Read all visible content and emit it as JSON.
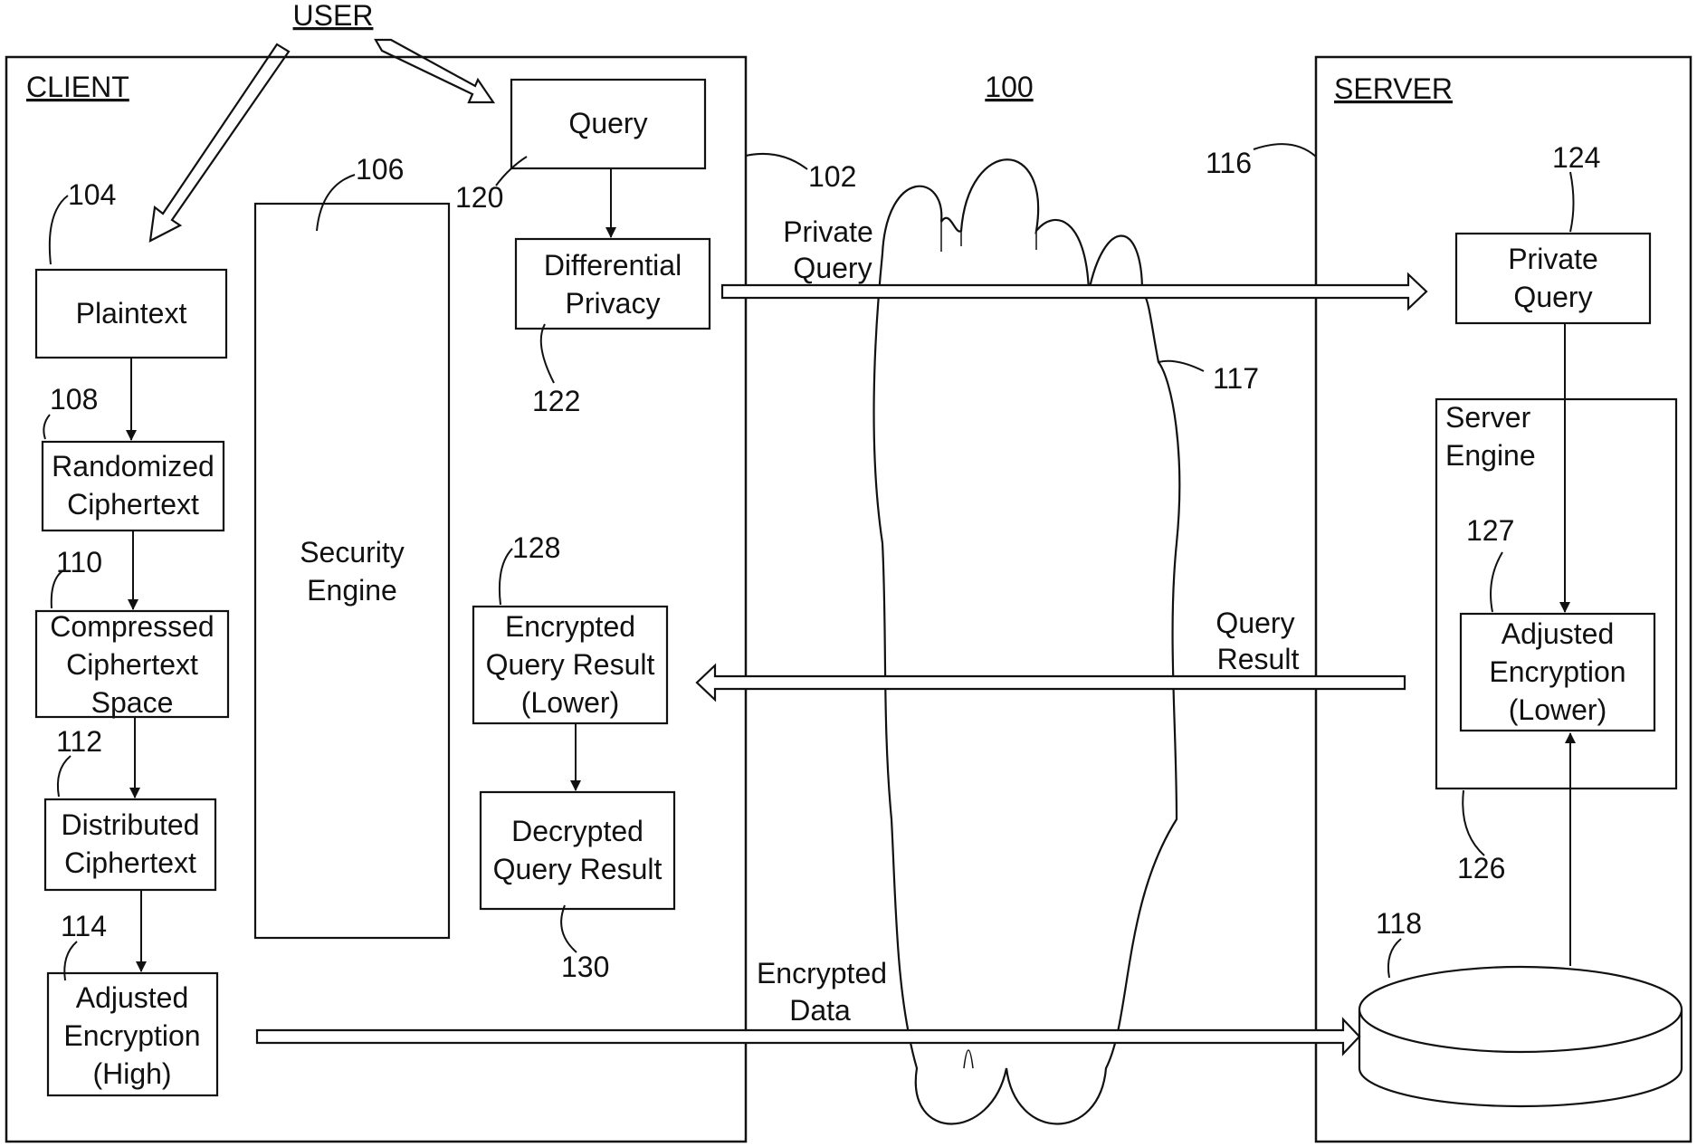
{
  "figure_number": "100",
  "actor": "USER",
  "client": {
    "label": "CLIENT",
    "ref": "102",
    "plaintext": {
      "ref": "104",
      "lines": [
        "Plaintext"
      ]
    },
    "randomized_ciphertext": {
      "ref": "108",
      "lines": [
        "Randomized",
        "Ciphertext"
      ]
    },
    "compressed_ciphertext_space": {
      "ref": "110",
      "lines": [
        "Compressed",
        "Ciphertext",
        "Space"
      ]
    },
    "distributed_ciphertext": {
      "ref": "112",
      "lines": [
        "Distributed",
        "Ciphertext"
      ]
    },
    "adjusted_encryption_high": {
      "ref": "114",
      "lines": [
        "Adjusted",
        "Encryption",
        "(High)"
      ]
    },
    "security_engine": {
      "ref": "106",
      "lines": [
        "Security",
        "Engine"
      ]
    },
    "query": {
      "ref": "120",
      "lines": [
        "Query"
      ]
    },
    "differential_privacy": {
      "ref": "122",
      "lines": [
        "Differential",
        "Privacy"
      ]
    },
    "encrypted_query_result": {
      "ref": "128",
      "lines": [
        "Encrypted",
        "Query Result",
        "(Lower)"
      ]
    },
    "decrypted_query_result": {
      "ref": "130",
      "lines": [
        "Decrypted",
        "Query Result"
      ]
    }
  },
  "network": {
    "ref": "117"
  },
  "server": {
    "label": "SERVER",
    "ref": "116",
    "private_query": {
      "ref": "124",
      "lines": [
        "Private",
        "Query"
      ]
    },
    "server_engine": {
      "ref": "126",
      "lines": [
        "Server",
        "Engine"
      ]
    },
    "adjusted_encryption_lower": {
      "ref": "127",
      "lines": [
        "Adjusted",
        "Encryption",
        "(Lower)"
      ]
    },
    "database": {
      "ref": "118"
    }
  },
  "flows": {
    "private_query": [
      "Private",
      "Query"
    ],
    "query_result": [
      "Query",
      "Result"
    ],
    "encrypted_data": [
      "Encrypted",
      "Data"
    ]
  }
}
